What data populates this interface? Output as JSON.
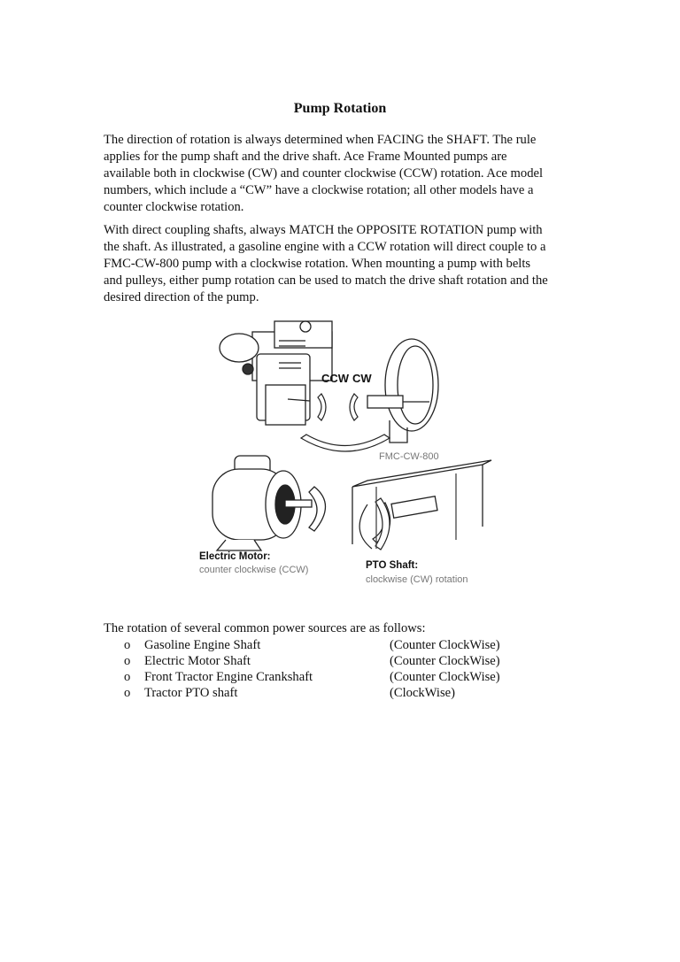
{
  "title": "Pump Rotation",
  "paragraphs": [
    {
      "lines": [
        "The direction of rotation is always determined when FACING the SHAFT. The rule",
        "applies for the pump shaft and the drive shaft. Ace Frame Mounted pumps are",
        "available both in clockwise (CW) and counter clockwise (CCW) rotation. Ace model",
        "numbers, which include a “CW” have a clockwise rotation; all other models have a",
        "counter clockwise rotation."
      ]
    },
    {
      "lines": [
        "With direct coupling shafts, always MATCH the OPPOSITE ROTATION pump with",
        "the shaft. As illustrated, a gasoline engine with a CCW rotation will direct couple to a",
        "FMC-CW-800 pump with a clockwise rotation. When mounting a pump with belts",
        "and pulleys, either pump rotation can be used to match the drive shaft rotation and the",
        "desired direction of the pump."
      ]
    }
  ],
  "figure": {
    "ccw": "CCW",
    "cw": "CW",
    "pump_model": "FMC-CW-800",
    "motor_title": "Electric Motor:",
    "motor_sub": "counter clockwise (CCW)",
    "pto_title": "PTO Shaft:",
    "pto_sub": "clockwise (CW) rotation"
  },
  "list_intro": "The rotation of several common power sources are as follows:",
  "list": [
    {
      "bullet": "o",
      "name": "Gasoline Engine Shaft",
      "rotation": "(Counter ClockWise)"
    },
    {
      "bullet": "o",
      "name": "Electric Motor Shaft",
      "rotation": "(Counter ClockWise)"
    },
    {
      "bullet": "o",
      "name": "Front Tractor Engine Crankshaft",
      "rotation": "(Counter ClockWise)"
    },
    {
      "bullet": "o",
      "name": "Tractor PTO shaft",
      "rotation": "(ClockWise)"
    }
  ]
}
